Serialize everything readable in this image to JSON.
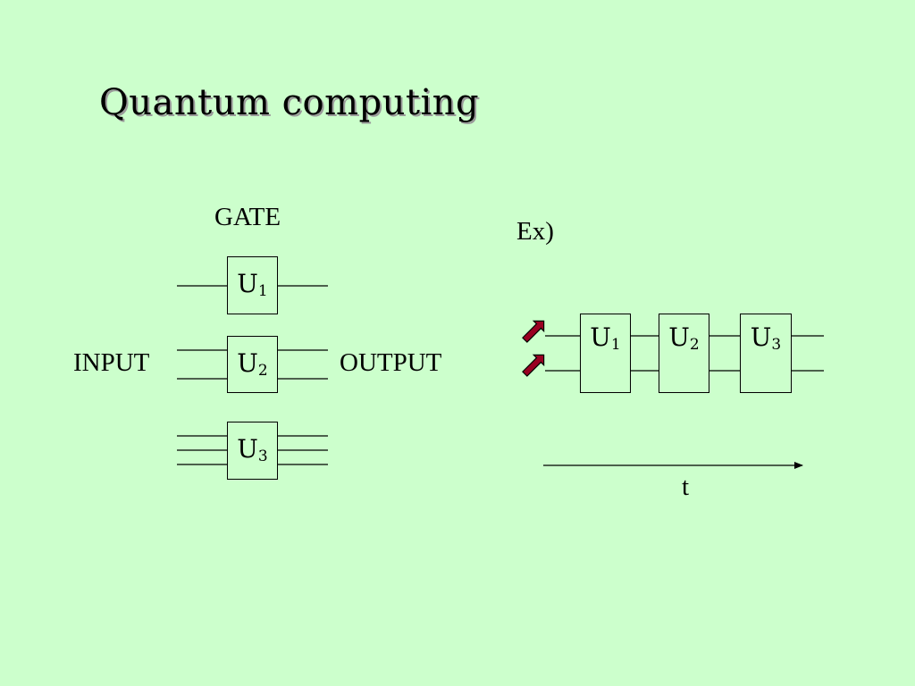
{
  "slide": {
    "title": "Quantum computing",
    "background": "#ccffcc"
  },
  "left_diagram": {
    "gate_label": "GATE",
    "input_label": "INPUT",
    "output_label": "OUTPUT",
    "gates": [
      {
        "letter": "U",
        "index": "1"
      },
      {
        "letter": "U",
        "index": "2"
      },
      {
        "letter": "U",
        "index": "3"
      }
    ]
  },
  "right_diagram": {
    "example_label": "Ex)",
    "time_label": "t",
    "arrow_color": "#990022",
    "gates": [
      {
        "letter": "U",
        "index": "1"
      },
      {
        "letter": "U",
        "index": "2"
      },
      {
        "letter": "U",
        "index": "3"
      }
    ]
  }
}
